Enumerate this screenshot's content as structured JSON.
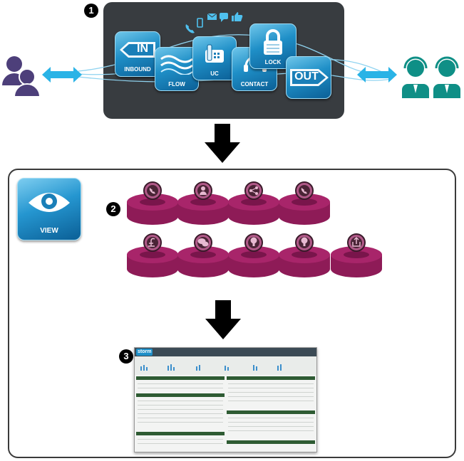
{
  "steps": [
    "1",
    "2",
    "3"
  ],
  "top_tiles": {
    "inbound": {
      "big": "IN",
      "label": "INBOUND"
    },
    "flow": {
      "label": "FLOW"
    },
    "uc": {
      "label": "UC"
    },
    "contact": {
      "label": "CONTACT"
    },
    "lock": {
      "label": "LOCK"
    },
    "out": {
      "big": "OUT"
    }
  },
  "view_tile": {
    "label": "VIEW"
  },
  "channel_icons": [
    "phone-icon",
    "mobile-icon",
    "email-icon",
    "chat-icon",
    "thumbs-up-icon"
  ],
  "databases_row1": [
    "phone-icon",
    "person-icon",
    "share-icon",
    "phone-icon"
  ],
  "databases_row2": [
    "pound-icon",
    "chat-icon",
    "bulb-icon",
    "bulb-icon",
    "export-icon"
  ],
  "dashboard": {
    "logo": "storm"
  },
  "colors": {
    "panel": "#383c40",
    "tile_blue": "#1f8fc7",
    "customer": "#4d3f7a",
    "agent": "#0f8f86",
    "database": "#8e1b57",
    "arrow_blue": "#2ab3e6"
  }
}
